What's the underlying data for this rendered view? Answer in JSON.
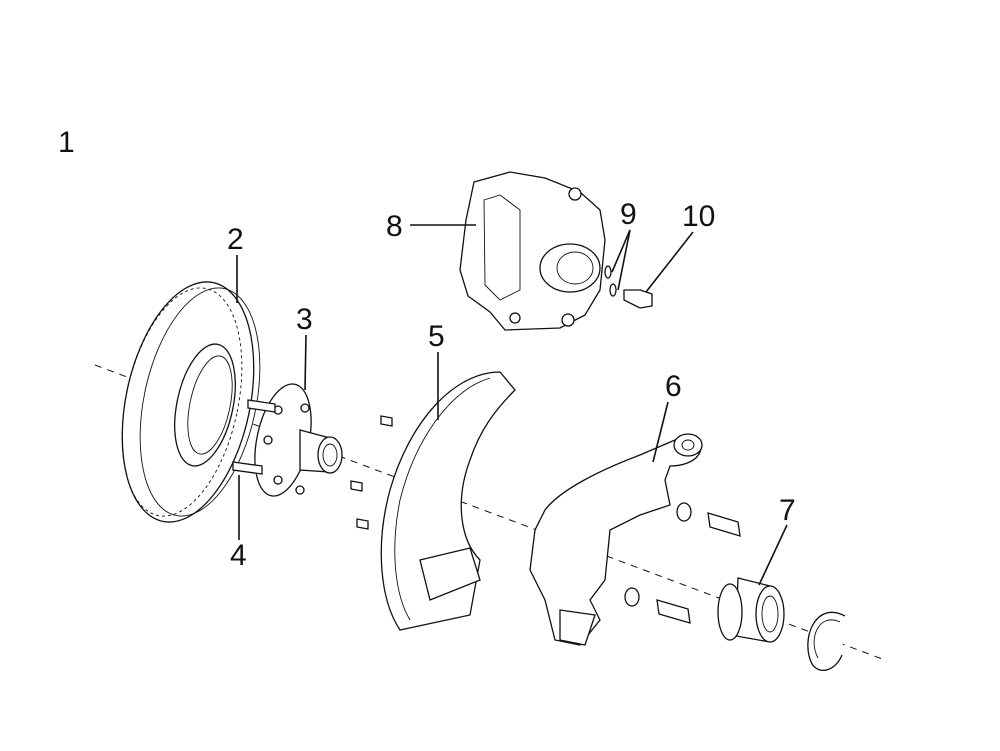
{
  "labels": {
    "figure": "1",
    "disc": "2",
    "hub": "3",
    "stud": "4",
    "shield": "5",
    "knuckle": "6",
    "bearing": "7",
    "caliper": "8",
    "washer": "9",
    "bolt": "10"
  }
}
